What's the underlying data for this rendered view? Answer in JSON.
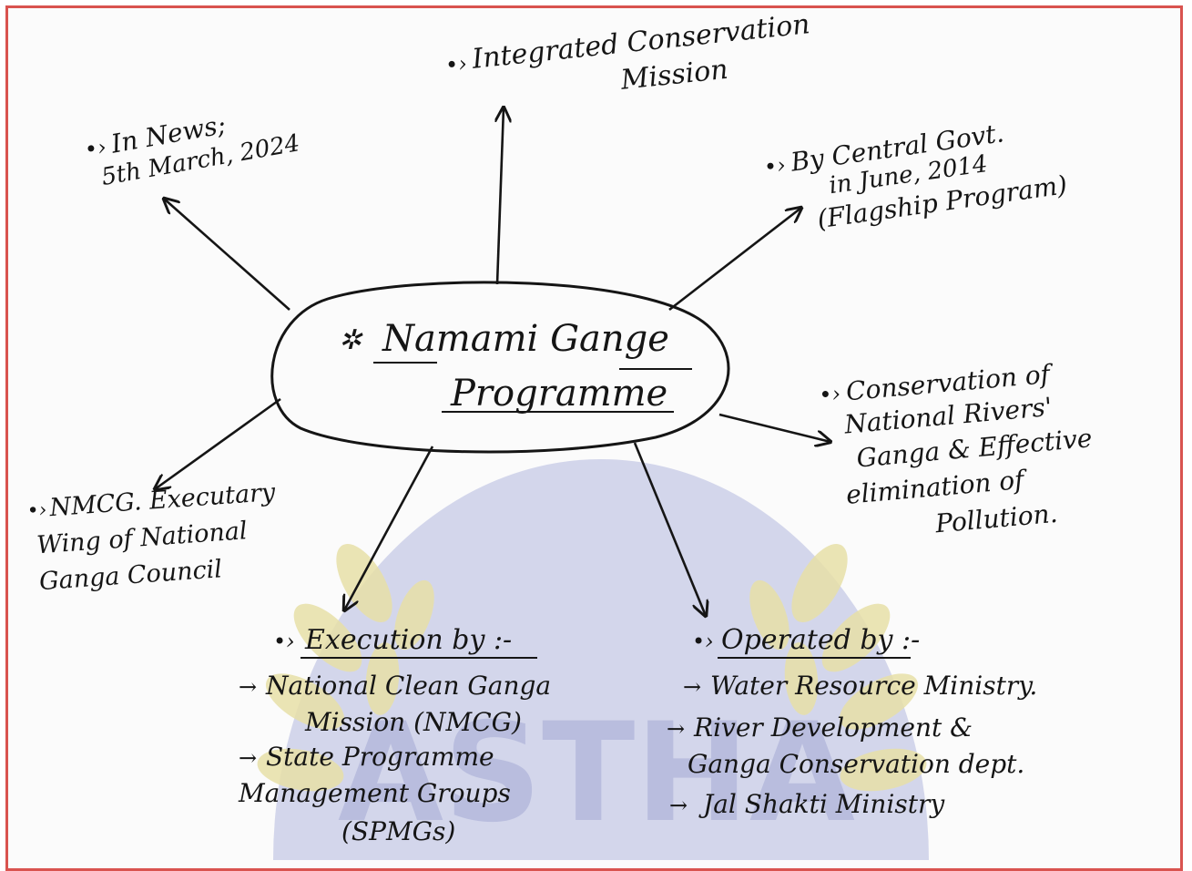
{
  "center": {
    "line1": "Namami Gange",
    "line2": "Programme"
  },
  "nodes": {
    "in_news": {
      "line1": "In News;",
      "line2": "5th March, 2024"
    },
    "integrated": {
      "line1": "Integrated Conservation",
      "line2": "Mission"
    },
    "central_govt": {
      "line1": "By Central Govt.",
      "line2": "in June, 2014",
      "line3": "(Flagship Program)"
    },
    "conservation": {
      "line1": "Conservation of",
      "line2": "National Rivers'",
      "line3": "Ganga & Effective",
      "line4": "elimination of",
      "line5": "Pollution."
    },
    "nmcg": {
      "line1": "NMCG. Executary",
      "line2": "Wing of National",
      "line3": "Ganga Council"
    },
    "execution": {
      "heading": "Execution by :-",
      "items": [
        "National Clean Ganga",
        "Mission (NMCG)",
        "State Programme",
        "Management Groups",
        "(SPMGs)"
      ]
    },
    "operated": {
      "heading": "Operated by :-",
      "items": [
        "Water Resource Ministry.",
        "River Development &",
        "Ganga Conservation dept.",
        "Jal Shakti Ministry"
      ]
    }
  },
  "watermark": {
    "text": "ASTHA"
  },
  "colors": {
    "border": "#d9534f",
    "ink": "#151515",
    "watermark": "#c5c9e6",
    "leaf": "#e8e0a8"
  }
}
